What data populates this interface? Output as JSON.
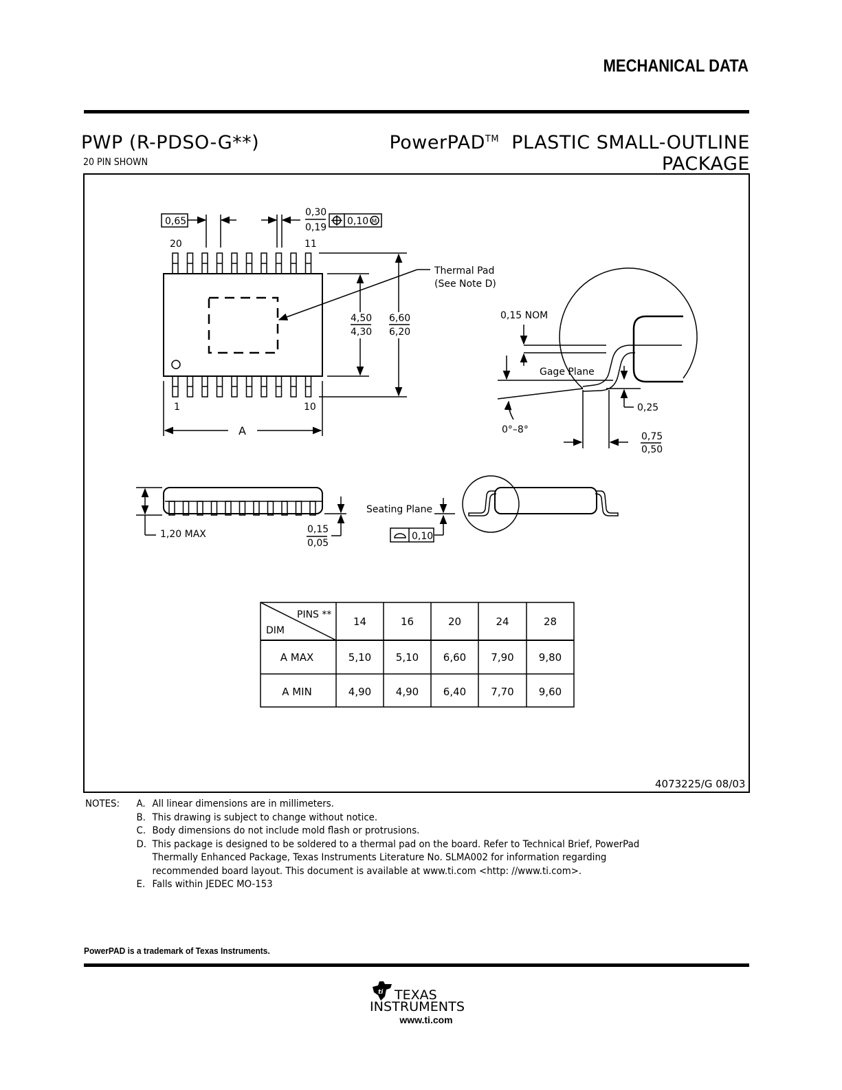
{
  "header": {
    "title": "MECHANICAL DATA"
  },
  "package": {
    "code": "PWP (R-PDSO-G**)",
    "name": "PowerPAD",
    "trademark": "TM",
    "description": "PLASTIC SMALL-OUTLINE PACKAGE",
    "pins_shown": "20 PIN SHOWN"
  },
  "drawing": {
    "pitch": "0,65",
    "lead_width_max": "0,30",
    "lead_width_min": "0,19",
    "tolerance": "0,10",
    "pin_20": "20",
    "pin_11": "11",
    "pin_1": "1",
    "pin_10": "10",
    "thermal_pad_line1": "Thermal Pad",
    "thermal_pad_line2": "(See Note D)",
    "body_width_max": "4,50",
    "body_width_min": "4,30",
    "total_width_max": "6,60",
    "total_width_min": "6,20",
    "dim_a": "A",
    "nom_thickness": "0,15 NOM",
    "gage_plane": "Gage Plane",
    "gage_offset": "0,25",
    "angle": "0°–8°",
    "foot_max": "0,75",
    "foot_min": "0,50",
    "height_max": "1,20 MAX",
    "standoff_max": "0,15",
    "standoff_min": "0,05",
    "seating_plane": "Seating Plane",
    "coplanarity": "0,10",
    "doc_number": "4073225/G 08/03"
  },
  "table": {
    "header_pins": "PINS **",
    "header_dim": "DIM",
    "columns": [
      "14",
      "16",
      "20",
      "24",
      "28"
    ],
    "rows": [
      {
        "label": "A   MAX",
        "values": [
          "5,10",
          "5,10",
          "6,60",
          "7,90",
          "9,80"
        ]
      },
      {
        "label": "A   MIN",
        "values": [
          "4,90",
          "4,90",
          "6,40",
          "7,70",
          "9,60"
        ]
      }
    ]
  },
  "notes": {
    "label": "NOTES:",
    "items": [
      {
        "letter": "A.",
        "text": "All linear dimensions are in millimeters."
      },
      {
        "letter": "B.",
        "text": "This drawing is subject to change without notice."
      },
      {
        "letter": "C.",
        "text": "Body dimensions do not include mold flash or protrusions."
      },
      {
        "letter": "D.",
        "text": "This package is designed to be soldered to a thermal pad on the board.  Refer to Technical Brief, PowerPad"
      },
      {
        "letter": "",
        "text": "Thermally Enhanced Package, Texas Instruments Literature No. SLMA002 for information regarding"
      },
      {
        "letter": "",
        "text": "recommended board layout.  This document is available at www.ti.com <http: //www.ti.com>."
      },
      {
        "letter": "E.",
        "text": "Falls within JEDEC MO-153"
      }
    ]
  },
  "footer": {
    "trademark_note": "PowerPAD is a trademark of Texas Instruments.",
    "logo_line1": "TEXAS",
    "logo_line2": "INSTRUMENTS",
    "url": "www.ti.com"
  }
}
